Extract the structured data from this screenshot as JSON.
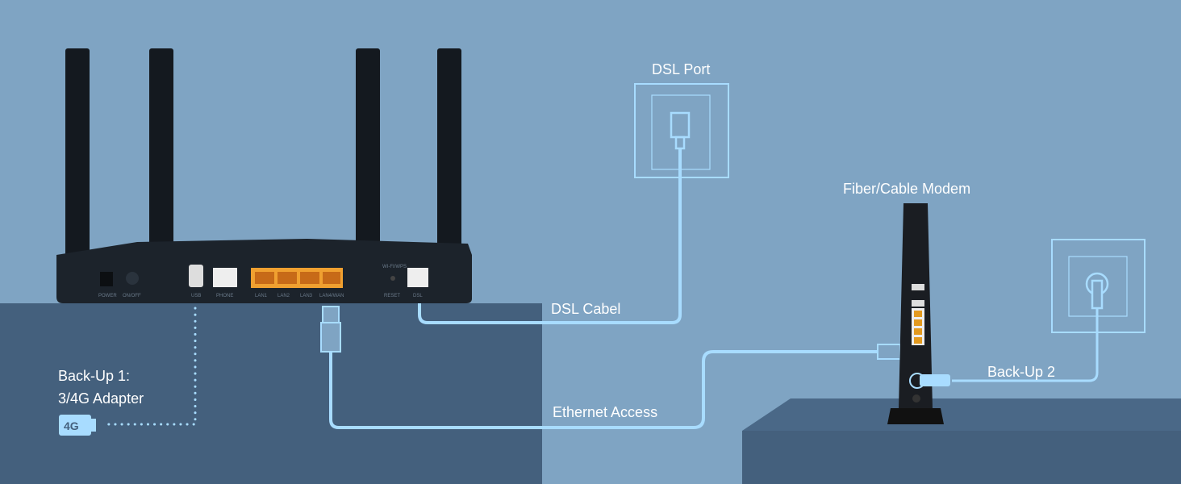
{
  "labels": {
    "dsl_port": "DSL Port",
    "modem": "Fiber/Cable Modem",
    "dsl_cable": "DSL Cabel",
    "backup1_line1": "Back-Up 1:",
    "backup1_line2": "3/4G Adapter",
    "adapter_badge": "4G",
    "ethernet": "Ethernet Access",
    "backup2": "Back-Up 2"
  },
  "router_ports": [
    "POWER",
    "ON/OFF",
    "USB",
    "PHONE",
    "LAN1",
    "LAN2",
    "LAN3",
    "LAN4/WAN",
    "WI-FI/WPS",
    "RESET",
    "DSL"
  ],
  "colors": {
    "background": "#7fa4c3",
    "desk": "#44607d",
    "cable": "#a8dcff",
    "router": "#1c232b",
    "lan_port": "#f0a030"
  }
}
